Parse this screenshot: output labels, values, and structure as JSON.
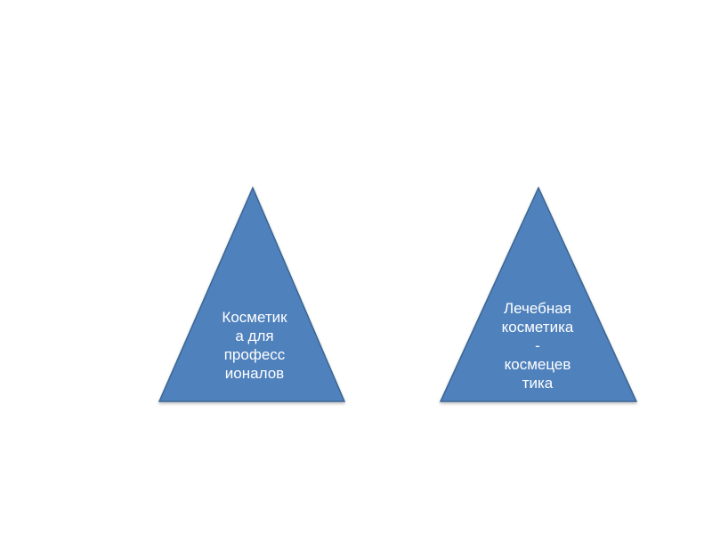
{
  "diagram": {
    "shape_fill": "#4f81bd",
    "shape_stroke": "#3a6593",
    "text_color": "#ffffff",
    "triangles": [
      {
        "lines": [
          "Косметик",
          "а для",
          "професс",
          "ионалов"
        ]
      },
      {
        "lines": [
          "Лечебная",
          "косметика",
          "-",
          "космецев",
          "тика"
        ]
      }
    ]
  }
}
